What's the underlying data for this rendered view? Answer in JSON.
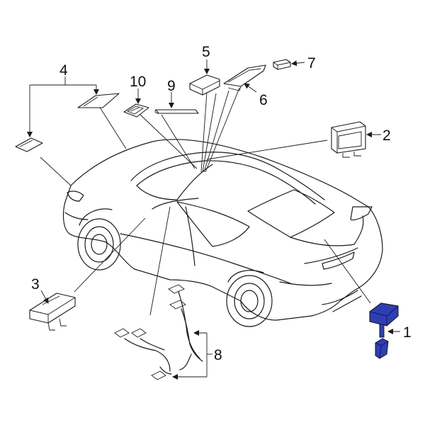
{
  "diagram": {
    "highlight_color": "#2e3fb4",
    "callouts": [
      {
        "id": "c1",
        "label": "1"
      },
      {
        "id": "c2",
        "label": "2"
      },
      {
        "id": "c3",
        "label": "3"
      },
      {
        "id": "c4",
        "label": "4"
      },
      {
        "id": "c5",
        "label": "5"
      },
      {
        "id": "c6",
        "label": "6"
      },
      {
        "id": "c7",
        "label": "7"
      },
      {
        "id": "c8",
        "label": "8"
      },
      {
        "id": "c9",
        "label": "9"
      },
      {
        "id": "c10",
        "label": "10"
      }
    ]
  }
}
